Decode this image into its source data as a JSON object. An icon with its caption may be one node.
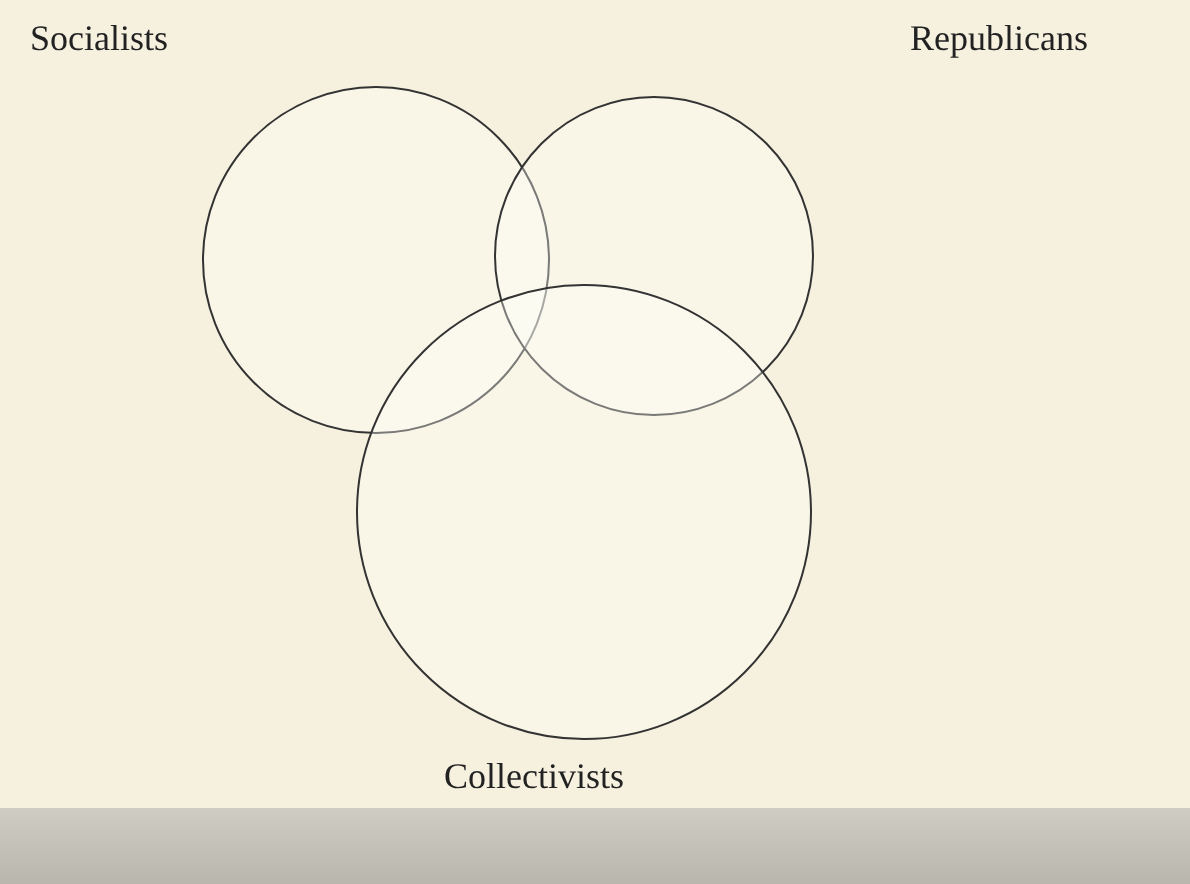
{
  "diagram": {
    "nodes": [
      {
        "text": [
          "Socialists"
        ]
      },
      {
        "text": [
          "Republicans"
        ]
      },
      {
        "text": [
          "Collectivists"
        ]
      }
    ]
  }
}
